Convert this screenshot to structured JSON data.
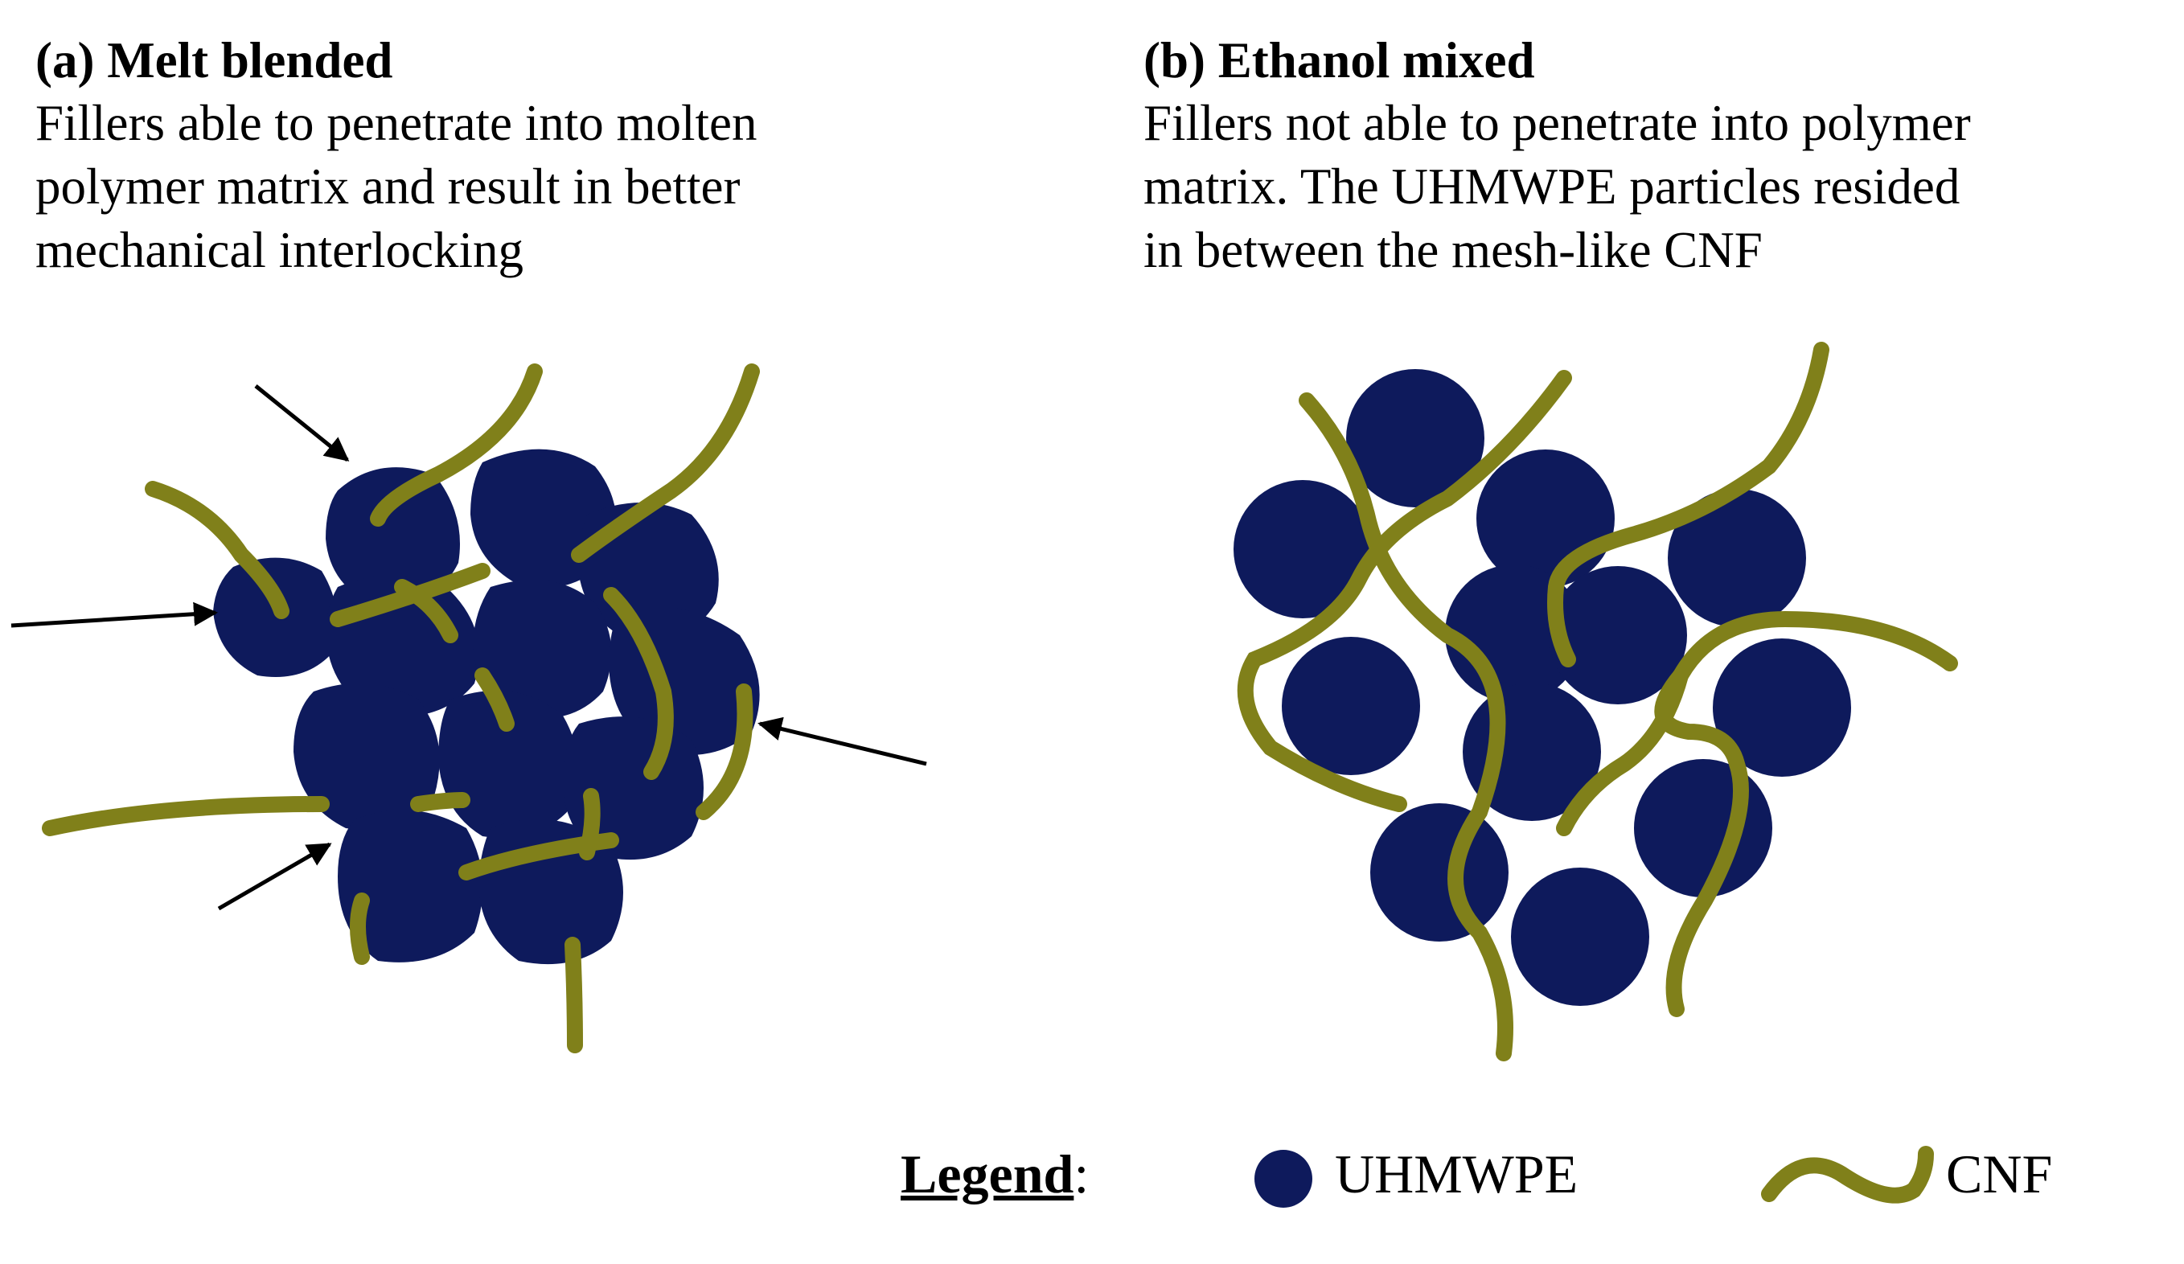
{
  "panel_a": {
    "title": "(a) Melt blended",
    "description_lines": [
      "Fillers able to penetrate into molten",
      "polymer matrix and result in better",
      "mechanical interlocking"
    ]
  },
  "panel_b": {
    "title": "(b) Ethanol mixed",
    "description_lines": [
      "Fillers not able to penetrate into polymer",
      "matrix. The UHMWPE particles resided",
      "in between the mesh-like CNF"
    ]
  },
  "legend": {
    "title": "Legend",
    "colon": ":",
    "particle_label": "UHMWPE",
    "fiber_label": "CNF"
  },
  "colors": {
    "particle": "#0e1a5c",
    "fiber": "#80801a",
    "arrow": "#000000"
  }
}
